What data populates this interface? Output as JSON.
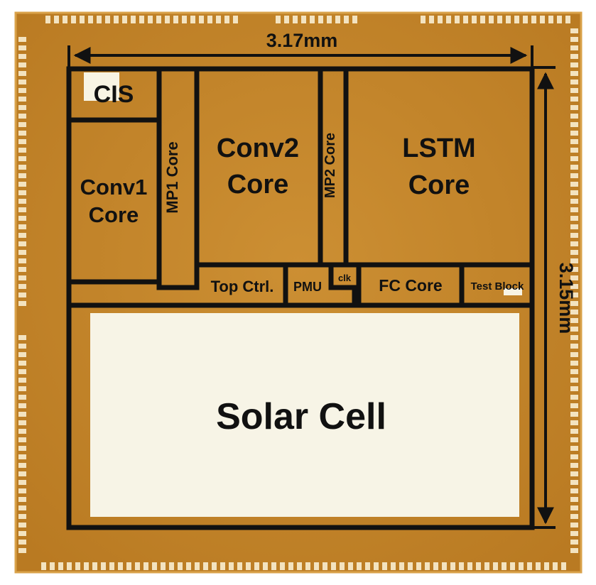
{
  "dimensions": {
    "width_label": "3.17mm",
    "height_label": "3.15mm"
  },
  "blocks": {
    "cis": "CIS",
    "conv1_line1": "Conv1",
    "conv1_line2": "Core",
    "mp1": "MP1 Core",
    "conv2_line1": "Conv2",
    "conv2_line2": "Core",
    "mp2": "MP2 Core",
    "lstm_line1": "LSTM",
    "lstm_line2": "Core",
    "top_ctrl": "Top Ctrl.",
    "pmu": "PMU",
    "clk": "clk",
    "fc_core": "FC Core",
    "test_block": "Test Block",
    "solar_cell": "Solar Cell"
  },
  "colors": {
    "die": "#C98A2C",
    "die_edge": "#D9A24A",
    "pad": "#F3E3C0",
    "lines": "#111111",
    "solar_cell": "#F7F4E6"
  }
}
